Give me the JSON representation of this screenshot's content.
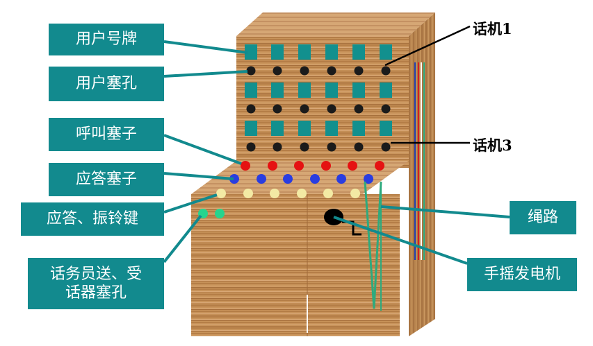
{
  "labels": {
    "user_plate": "用户号牌",
    "user_jack": "用户塞孔",
    "call_plug": "呼叫塞子",
    "answer_plug": "应答塞子",
    "answer_ring_key": "应答、振铃键",
    "operator_jack": "话务员送、受\n话器塞孔",
    "cord": "绳路",
    "hand_generator": "手摇发电机",
    "phone_1": "话机1",
    "phone_3": "话机3"
  },
  "colors": {
    "label_bg": "#128a8e",
    "plate": "#12908e",
    "jack": "#1b1b1b",
    "call_plug": "#e51212",
    "answer_plug": "#2a3de0",
    "key": "#f3eaa4",
    "operator_jack": "#27d48e",
    "generator": "#000000",
    "cord": "#2eaa7e"
  },
  "icons": [
    "wood-cabinet-icon",
    "hand-crank-generator-icon"
  ]
}
